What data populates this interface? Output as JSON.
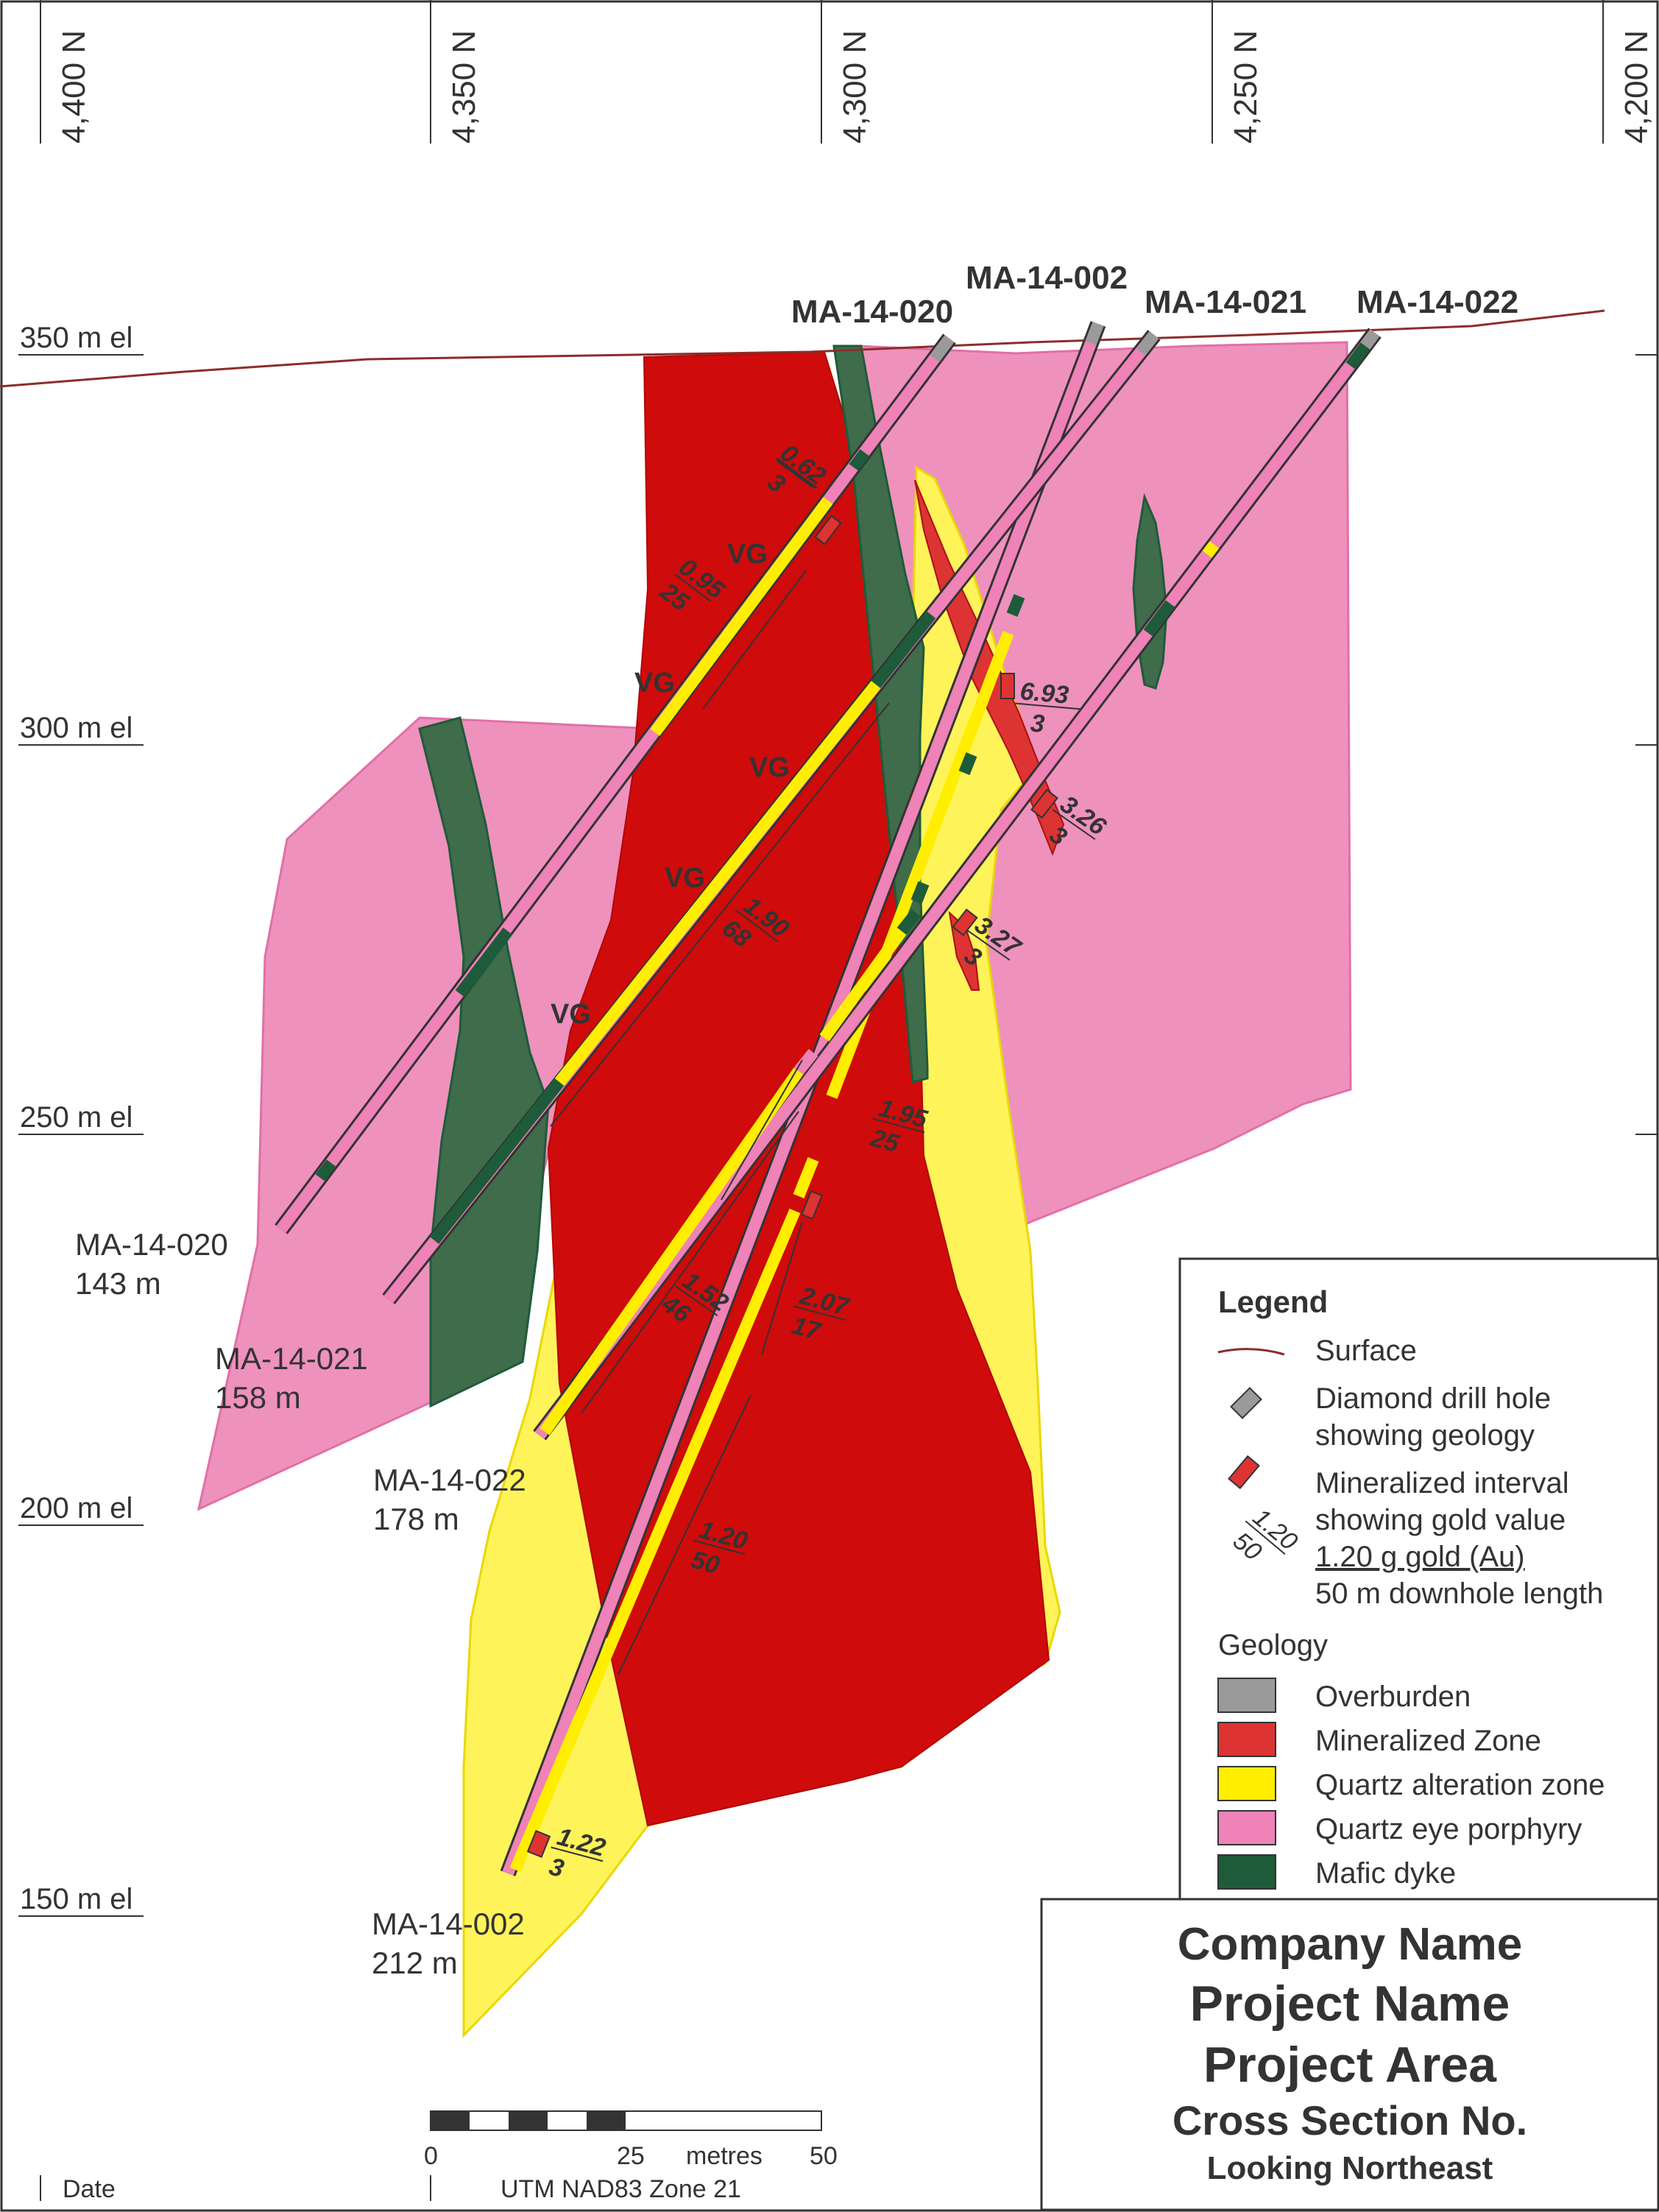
{
  "northings": [
    "4,400 N",
    "4,350 N",
    "4,300 N",
    "4,250 N",
    "4,200 N"
  ],
  "elevations": [
    "350 m el",
    "300 m el",
    "250 m el",
    "200 m el",
    "150 m el"
  ],
  "drill_holes": [
    {
      "id": "MA-14-020",
      "depth": "143 m"
    },
    {
      "id": "MA-14-002",
      "depth": "212 m"
    },
    {
      "id": "MA-14-021",
      "depth": "158 m"
    },
    {
      "id": "MA-14-022",
      "depth": "178 m"
    }
  ],
  "visible_gold": "VG",
  "assays": [
    {
      "grade": "0.62",
      "length": "3"
    },
    {
      "grade": "0.95",
      "length": "25"
    },
    {
      "grade": "6.93",
      "length": "3"
    },
    {
      "grade": "3.26",
      "length": "3"
    },
    {
      "grade": "3.27",
      "length": "3"
    },
    {
      "grade": "1.90",
      "length": "68"
    },
    {
      "grade": "1.95",
      "length": "25"
    },
    {
      "grade": "1.52",
      "length": "46"
    },
    {
      "grade": "2.07",
      "length": "17"
    },
    {
      "grade": "1.20",
      "length": "50"
    },
    {
      "grade": "1.22",
      "length": "3"
    }
  ],
  "legend": {
    "title": "Legend",
    "surface": "Surface",
    "drill_hole_1": "Diamond drill hole",
    "drill_hole_2": "showing geology",
    "sample_grade": "1.20",
    "sample_length": "50",
    "mineralized_1": "Mineralized interval",
    "mineralized_2": "showing gold value",
    "mineralized_3": "1.20 g gold (Au)",
    "mineralized_4": "50 m downhole length",
    "geology_title": "Geology",
    "units": [
      {
        "label": "Overburden",
        "color": "#9a9a9a"
      },
      {
        "label": "Mineralized Zone",
        "color": "#dd3333"
      },
      {
        "label": "Quartz alteration zone",
        "color": "#ffee00"
      },
      {
        "label": "Quartz eye porphyry",
        "color": "#ef82b7"
      },
      {
        "label": "Mafic dyke",
        "color": "#1e5b3a"
      }
    ]
  },
  "title_block": {
    "company": "Company Name",
    "project": "Project Name",
    "area": "Project Area",
    "section": "Cross Section No.",
    "looking": "Looking Northeast"
  },
  "scale": {
    "tick_0": "0",
    "tick_25": "25",
    "unit": "metres",
    "tick_50": "50"
  },
  "footer": {
    "date": "Date",
    "projection": "UTM NAD83 Zone 21"
  },
  "colors": {
    "surface": "#8b2e2a",
    "porphyry": "#ef91bd",
    "alteration": "#fff35a",
    "mineralized_zone": "#cf0b0b",
    "mafic_dyke": "#3f6c4a",
    "mafic_dyke_dark": "#1e5b3a",
    "overburden": "#9a9a9a",
    "interval": "#dd3333"
  }
}
